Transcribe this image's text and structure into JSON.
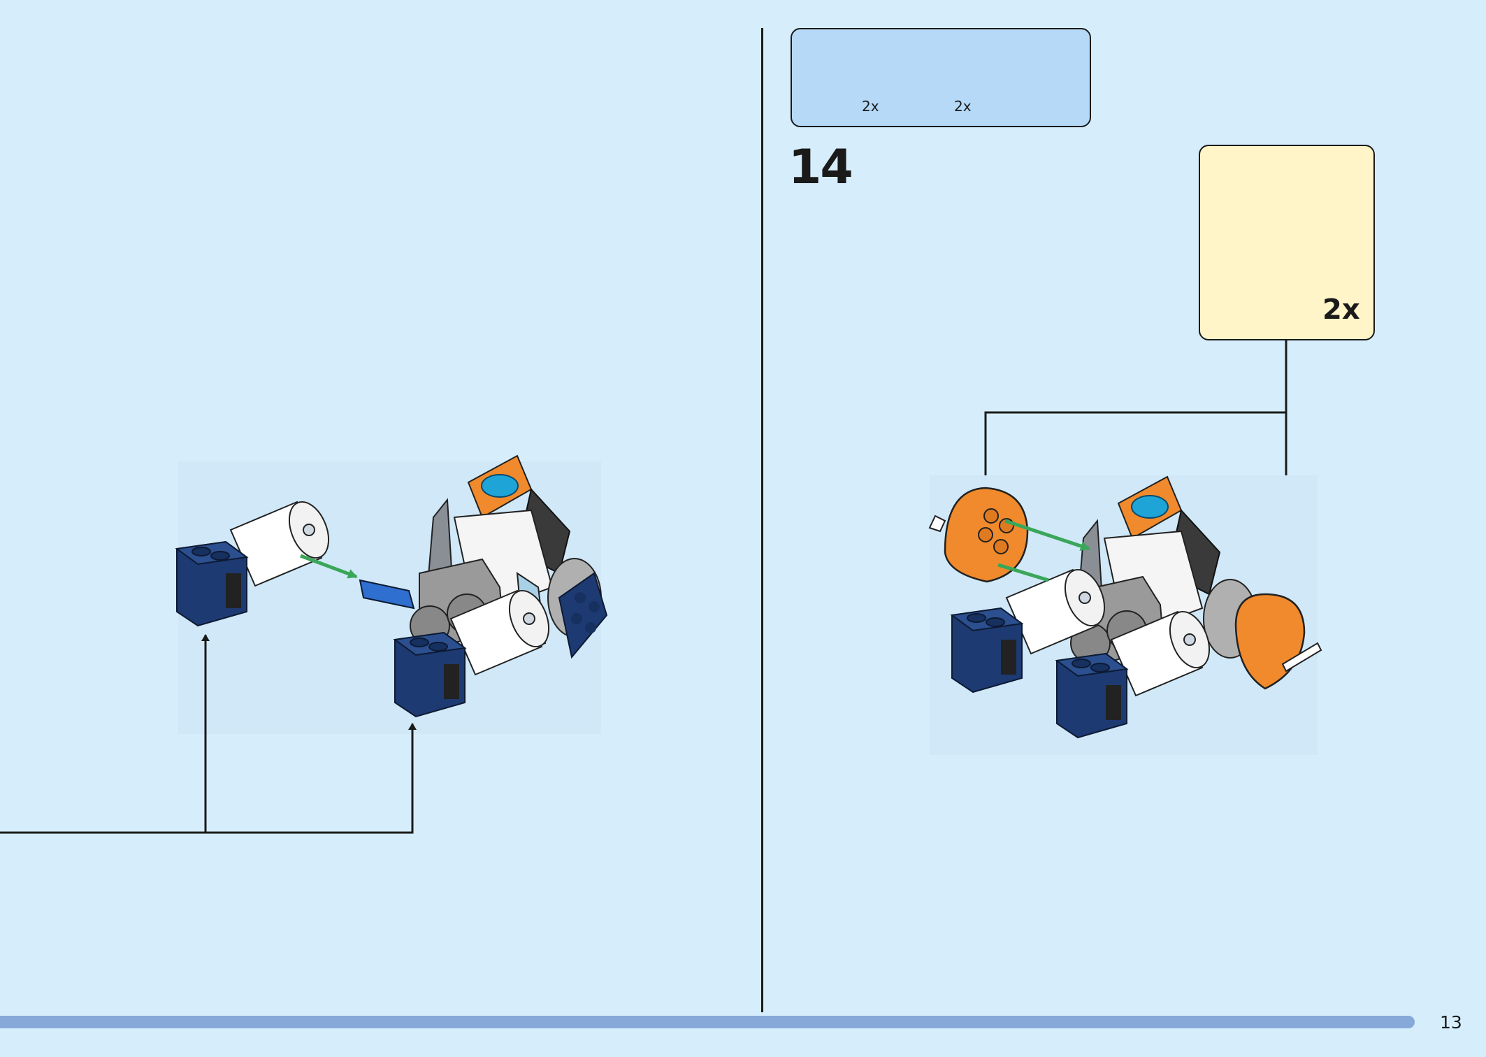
{
  "parts_list": {
    "items": [
      {
        "icon": "t-pin-icon",
        "count": "2x"
      },
      {
        "icon": "orange-dome-icon",
        "count": "2x"
      }
    ]
  },
  "step": {
    "number": "14"
  },
  "callout": {
    "count": "2x"
  },
  "page": {
    "number": "13"
  },
  "colors": {
    "background": "#d6edfb",
    "parts_box": "#b5d9f6",
    "callout_box": "#fff5c8",
    "progress_bar": "#86a9da",
    "orange": "#f08a2c",
    "navy": "#1d3a72",
    "arrow_green": "#3aa65a"
  }
}
